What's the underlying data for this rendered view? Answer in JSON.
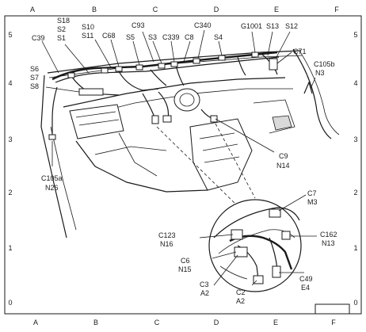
{
  "grid": {
    "cols_top": [
      "A",
      "B",
      "C",
      "D",
      "E",
      "F"
    ],
    "cols_bottom": [
      "A",
      "B",
      "C",
      "D",
      "E",
      "F"
    ],
    "rows_left": [
      "5",
      "4",
      "3",
      "2",
      "1",
      "0"
    ],
    "rows_right": [
      "5",
      "4",
      "3",
      "2",
      "1",
      "0"
    ]
  },
  "callouts": {
    "c39": "C39",
    "s18": "S18",
    "s2": "S2",
    "s1": "S1",
    "s10": "S10",
    "s11": "S11",
    "c68": "C68",
    "c93": "C93",
    "s5": "S5",
    "s3": "S3",
    "c339": "C339",
    "c340": "C340",
    "c8": "C8",
    "s4": "S4",
    "g1001": "G1001",
    "s13": "S13",
    "s12": "S12",
    "c71": "C71",
    "c105b": "C105b",
    "n3": "N3",
    "s6": "S6",
    "s7": "S7",
    "s8": "S8",
    "c105a": "C105a",
    "n26": "N26",
    "c9": "C9",
    "n14": "N14",
    "c7": "C7",
    "m3": "M3",
    "c123": "C123",
    "n16": "N16",
    "c6": "C6",
    "n15": "N15",
    "c3": "C3",
    "a2_left": "A2",
    "c2": "C2",
    "a2_right": "A2",
    "c162": "C162",
    "n13": "N13",
    "c49": "C49",
    "e4": "E4"
  }
}
